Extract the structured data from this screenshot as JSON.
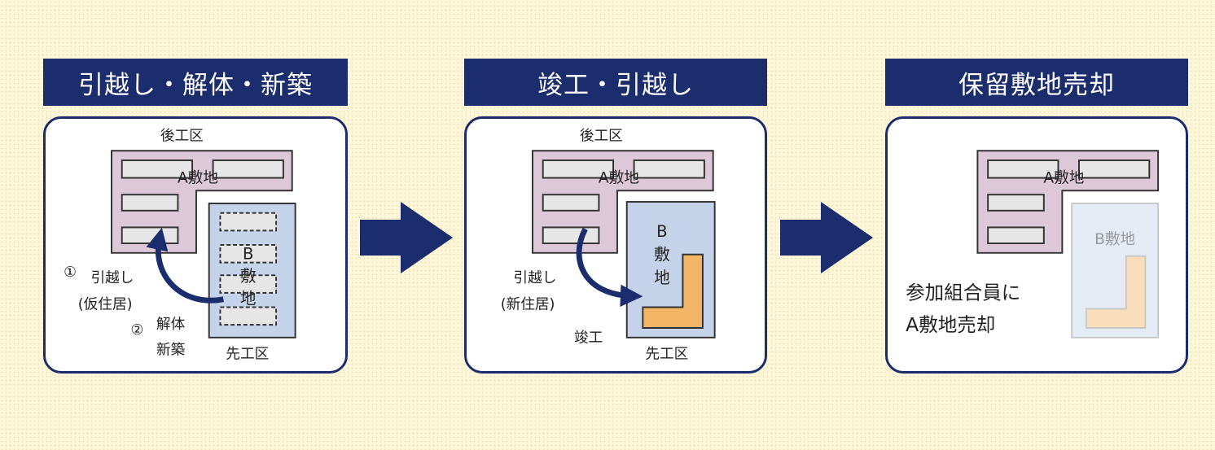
{
  "steps": [
    {
      "title": "引越し・解体・新築",
      "rear_zone": "後工区",
      "front_zone": "先工区",
      "site_a": "A敷地",
      "site_b": [
        "B",
        "敷",
        "地"
      ],
      "move_num": "①",
      "move_label": "引越し",
      "move_sub": "(仮住居)",
      "build_num": "②",
      "build_label": [
        "解体",
        "新築"
      ]
    },
    {
      "title": "竣工・引越し",
      "rear_zone": "後工区",
      "front_zone": "先工区",
      "site_a": "A敷地",
      "site_b": [
        "B",
        "敷",
        "地"
      ],
      "move_label": "引越し",
      "move_sub": "(新住居)",
      "completion": "竣工"
    },
    {
      "title": "保留敷地売却",
      "site_a": "A敷地",
      "site_b": "B敷地",
      "sale_note": [
        "参加組合員に",
        "A敷地売却"
      ]
    }
  ],
  "colors": {
    "navy": "#1c2d6e",
    "site_a_fill": "#ddc8d8",
    "site_b_fill": "#c5d3ea",
    "building_fill": "#f3b566"
  },
  "icons": {
    "flow_arrow": "right-arrow-icon",
    "move_arrow": "curved-arrow-icon"
  }
}
